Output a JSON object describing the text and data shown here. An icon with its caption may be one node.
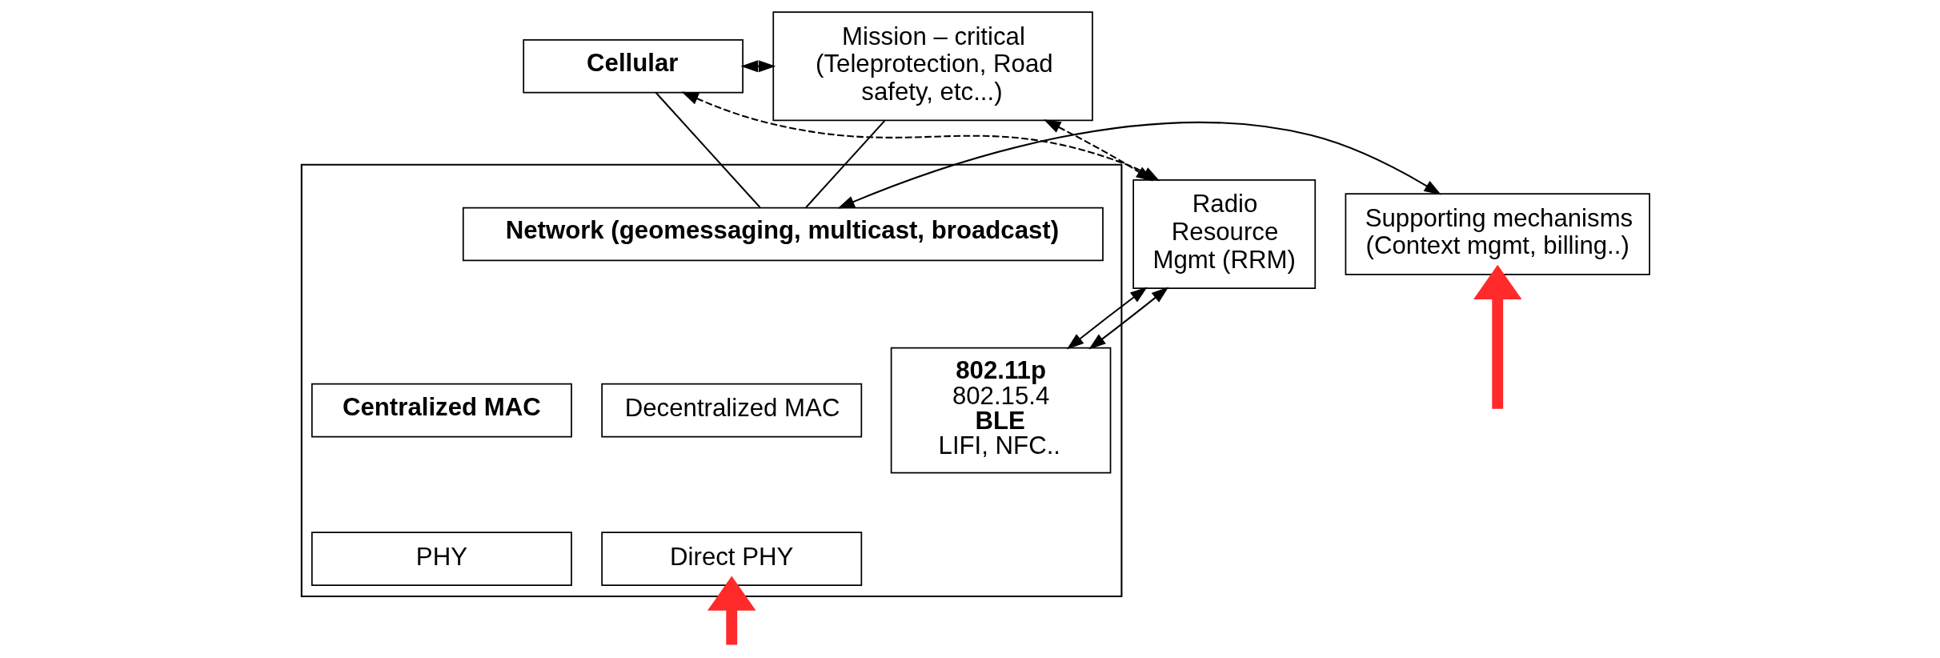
{
  "diagram": {
    "nodes": [
      {
        "text": [
          "Cellular"
        ]
      },
      {
        "text": [
          "Mission – critical (Teleprotection, Road safety, etc...)"
        ]
      },
      {
        "text": [
          "Supporting mechanisms (Context mgmt, billing..)"
        ]
      },
      {
        "text": [],
        "shape": "box"
      },
      {
        "text": [
          "Network (geomessaging, multicast, broadcast)"
        ],
        "in": 3
      },
      {
        "text": [
          "Centralized MAC"
        ],
        "in": 3
      },
      {
        "text": [
          "Decentralized MAC"
        ],
        "in": 3
      },
      {
        "text": [
          "**802.11p**",
          "802.15.4",
          "**BLE**",
          "LIFI, NFC.."
        ],
        "in": 3
      },
      {
        "text": [
          "PHY"
        ],
        "in": 3
      },
      {
        "text": [
          "Direct PHY"
        ],
        "in": 3
      },
      {
        "text": [
          "Radio Resource Mgmt (RRM)"
        ]
      }
    ],
    "edges": [
      {
        "from": 0,
        "to": 1,
        "arrow": "both",
        "style": "dashed"
      },
      {
        "from": 1,
        "to": 10,
        "arrow": "both",
        "style": "dashed"
      },
      {
        "from": 0,
        "to": 10,
        "arrow": "both",
        "style": "dashed"
      },
      {
        "from": 0,
        "to": 4,
        "arrow": "none"
      },
      {
        "from": 1,
        "to": 4,
        "arrow": "none"
      },
      {
        "from": 2,
        "to": 4,
        "arrow": "both"
      },
      {
        "from": 7,
        "to": 10,
        "arrow": "both"
      },
      {
        "from": 7,
        "to": 10,
        "arrow": "both"
      },
      {
        "from": null,
        "to": 2,
        "arrow": "to",
        "style": "thick",
        "color": "#ff2a2a"
      },
      {
        "from": null,
        "to": 9,
        "arrow": "to",
        "style": "thick",
        "color": "#ff2a2a"
      }
    ]
  }
}
